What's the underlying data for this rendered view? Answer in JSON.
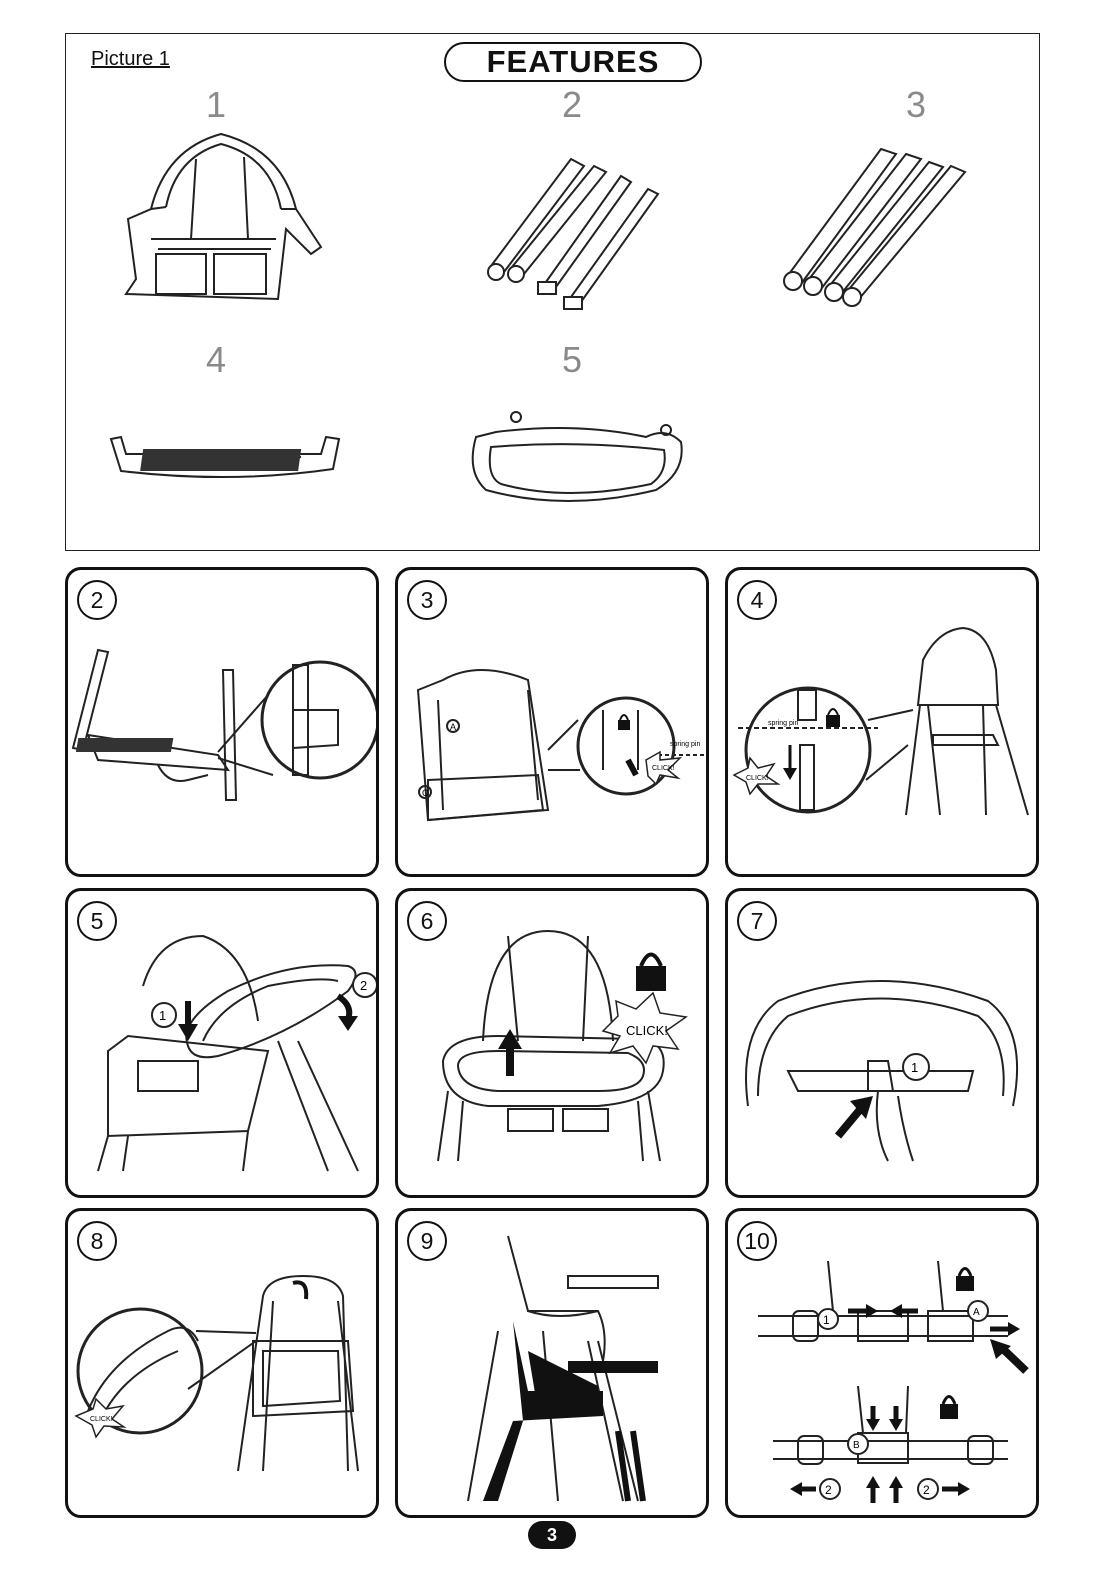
{
  "features": {
    "picture_label": "Picture 1",
    "title": "FEATURES",
    "parts": [
      {
        "number": "1",
        "icon": "seat-shell"
      },
      {
        "number": "2",
        "icon": "upper-leg-tubes"
      },
      {
        "number": "3",
        "icon": "lower-leg-tubes"
      },
      {
        "number": "4",
        "icon": "footrest"
      },
      {
        "number": "5",
        "icon": "tray"
      }
    ]
  },
  "steps": [
    {
      "number": "2",
      "icon": "attach-footrest"
    },
    {
      "number": "3",
      "icon": "insert-legs",
      "labels": {
        "a": "A",
        "c": "C",
        "spring": "spring pin",
        "click": "CLICK!"
      }
    },
    {
      "number": "4",
      "icon": "connect-legs",
      "labels": {
        "spring": "spring pin",
        "click": "CLICK!"
      }
    },
    {
      "number": "5",
      "icon": "mount-tray",
      "labels": {
        "one": "1",
        "two": "2"
      }
    },
    {
      "number": "6",
      "icon": "lock-tray",
      "labels": {
        "click": "CLICK!"
      }
    },
    {
      "number": "7",
      "icon": "release-tray",
      "labels": {
        "one": "1"
      }
    },
    {
      "number": "8",
      "icon": "tray-click",
      "labels": {
        "click": "CLICK!"
      }
    },
    {
      "number": "9",
      "icon": "chair-side-view"
    },
    {
      "number": "10",
      "icon": "harness-buckle",
      "labels": {
        "one": "1",
        "a": "A",
        "b": "B",
        "two_left": "2",
        "two_right": "2"
      }
    }
  ],
  "page_number": "3"
}
